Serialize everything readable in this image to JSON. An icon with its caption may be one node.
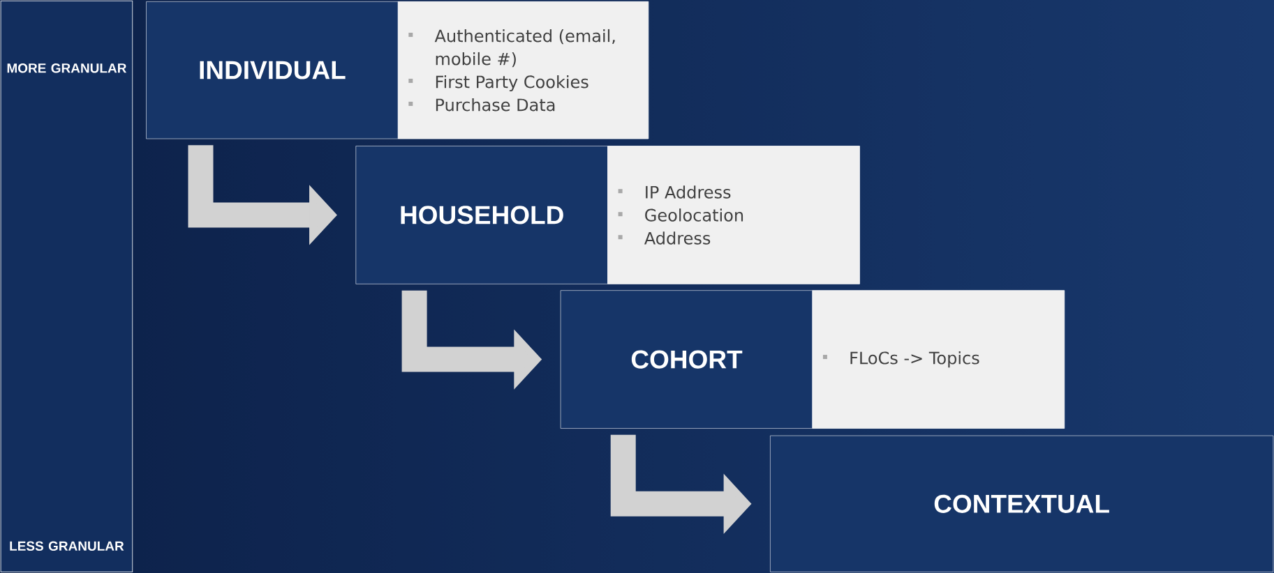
{
  "diagram": {
    "nodes": [
      {
        "text": [
          "MORE GRANULAR",
          "LESS GRANULAR"
        ]
      },
      {
        "text": [
          "INDIVIDUAL"
        ]
      },
      {
        "text": [
          "Authenticated (email, mobile #)",
          "First Party Cookies",
          "Purchase Data"
        ]
      },
      {
        "text": [
          "HOUSEHOLD"
        ]
      },
      {
        "text": [
          "IP Address",
          "Geolocation",
          "Address"
        ]
      },
      {
        "text": [
          "COHORT"
        ]
      },
      {
        "text": [
          "FLoCs -> Topics"
        ]
      },
      {
        "text": [
          "CONTEXTUAL"
        ]
      }
    ],
    "edges": [
      {
        "from": 1,
        "to": 3,
        "arrow": "to"
      },
      {
        "from": 3,
        "to": 5,
        "arrow": "to"
      },
      {
        "from": 5,
        "to": 7,
        "arrow": "to"
      }
    ]
  }
}
